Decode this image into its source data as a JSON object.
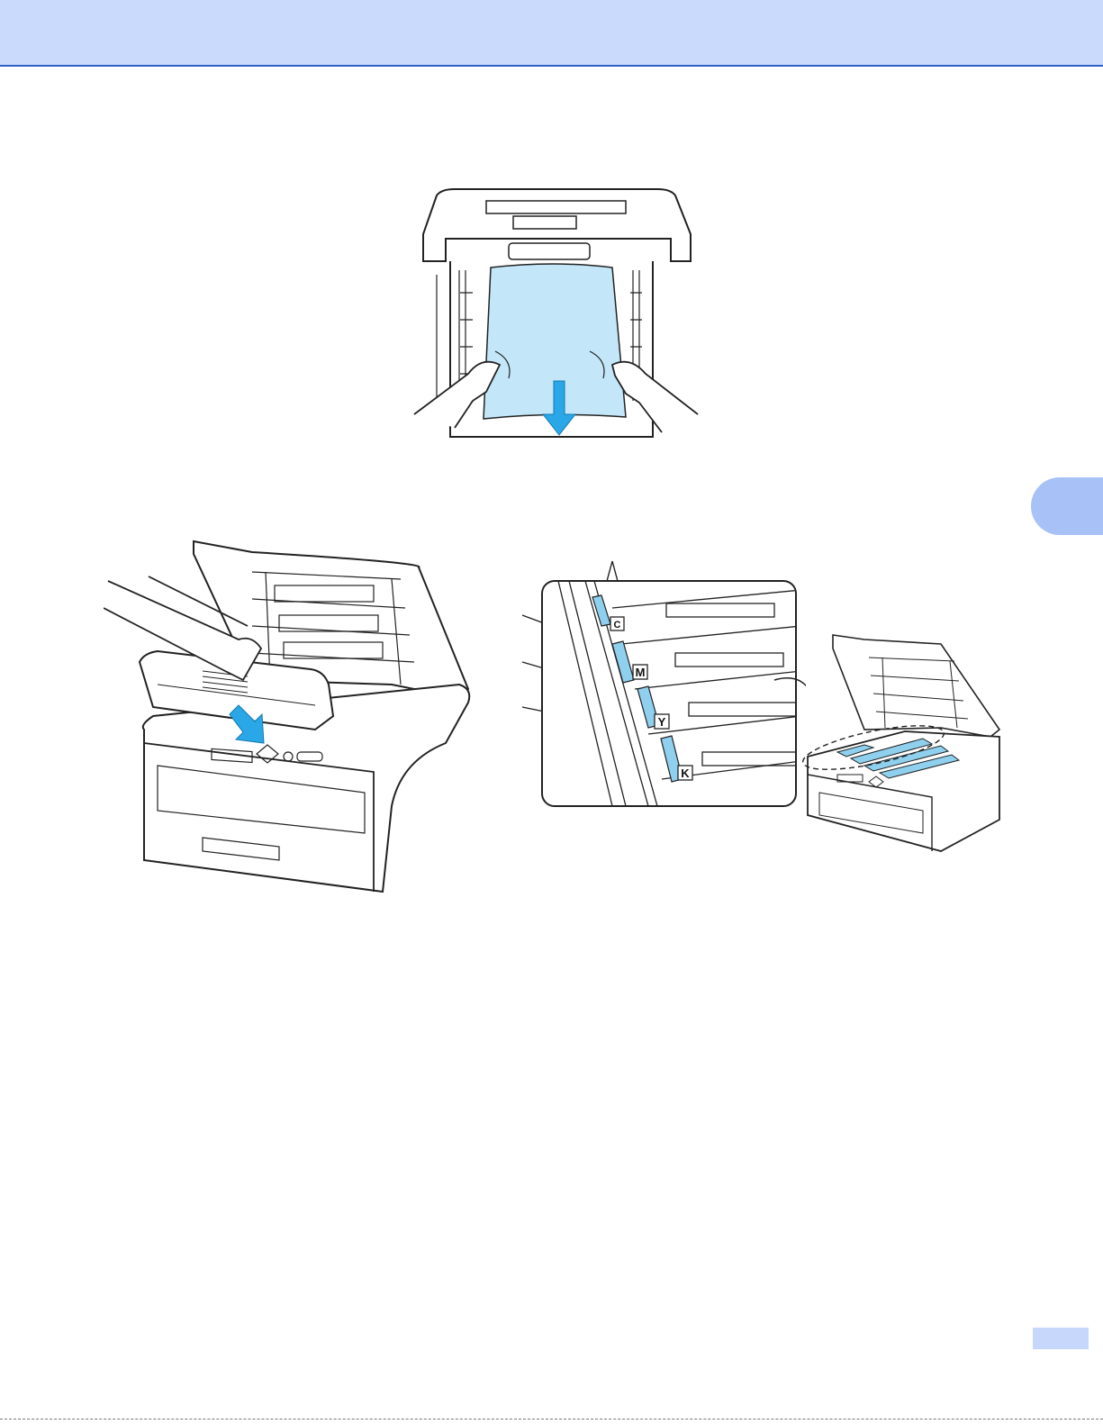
{
  "illustrations": {
    "paper_removal": {},
    "drum_insert": {},
    "drum_guides_closeup": {
      "color_labels": [
        "C",
        "M",
        "Y",
        "K"
      ]
    },
    "printer_overview": {}
  },
  "colors": {
    "header_band": "#c9dafc",
    "header_rule": "#2c5fc8",
    "chapter_tab": "#a8c1f6",
    "page_number_box": "#c6d7fb",
    "accent_arrow": "#2aa7e6",
    "paper_fill": "#c3e6f8",
    "guide_fill": "#8fd0ee"
  }
}
